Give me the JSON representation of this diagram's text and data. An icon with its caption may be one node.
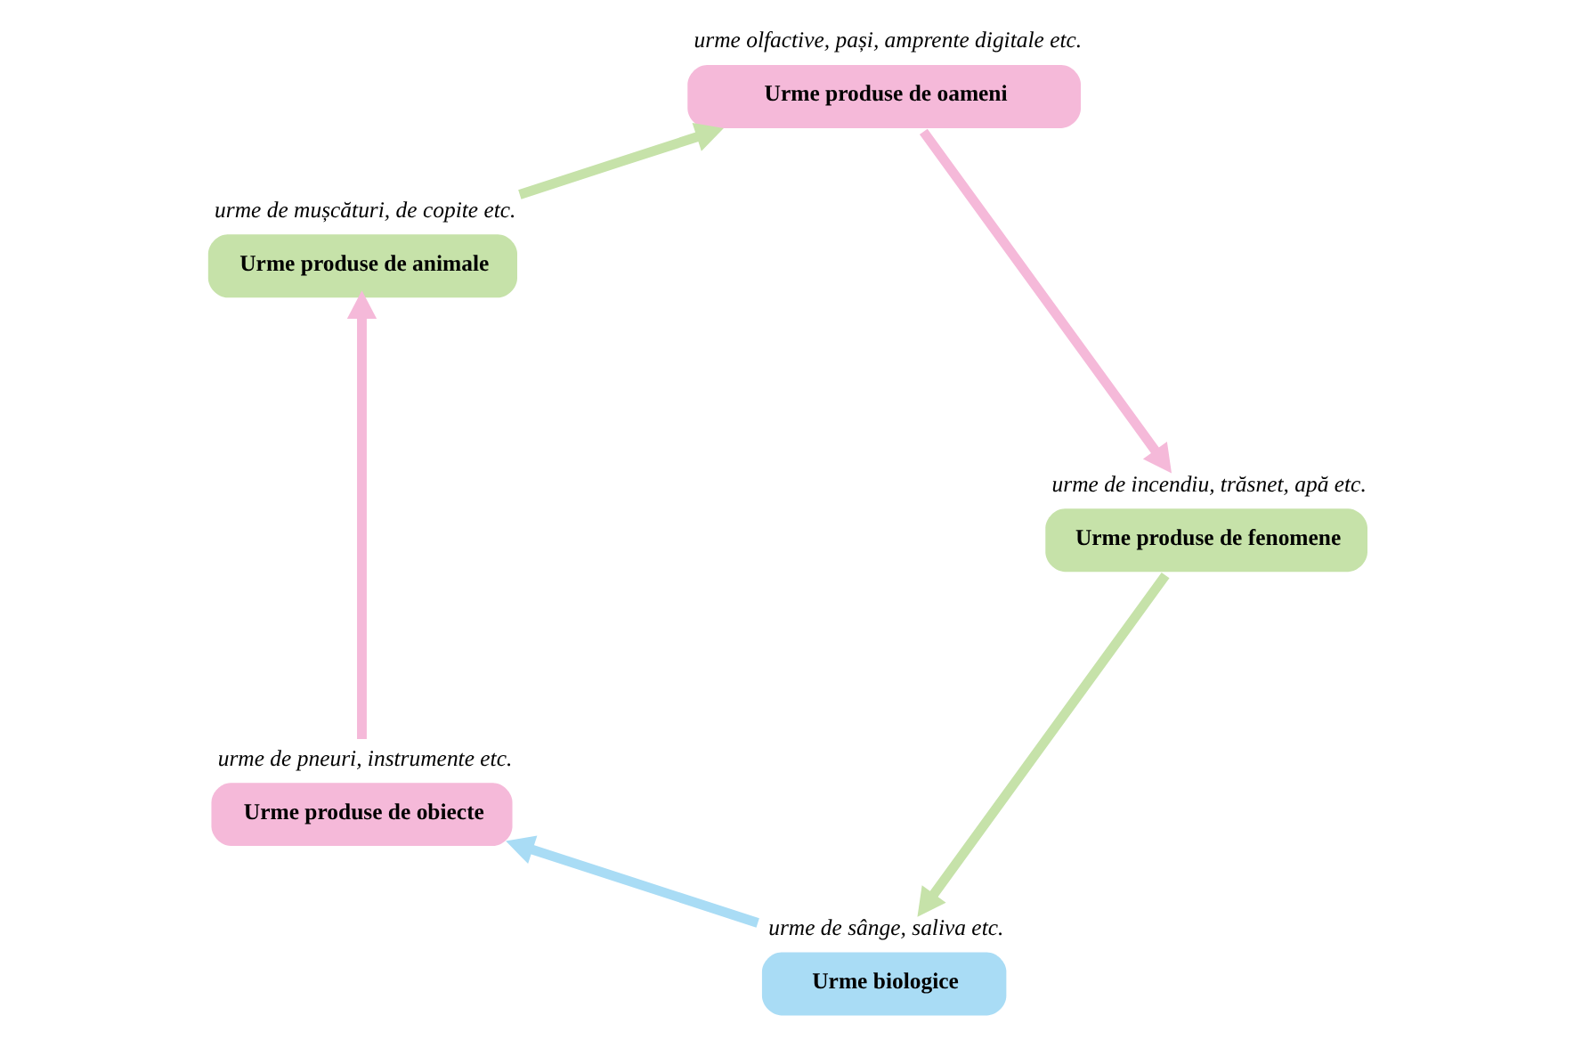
{
  "diagram": {
    "nodes": [
      {
        "text": [
          "Urme biologice"
        ],
        "beside": [
          "urme de sânge, saliva etc."
        ]
      },
      {
        "text": [
          "Urme produse de obiecte"
        ],
        "beside": [
          "urme de pneuri, instrumente etc."
        ]
      },
      {
        "text": [
          "Urme produse de animale"
        ],
        "beside": [
          "urme de mușcături, de copite etc."
        ]
      },
      {
        "text": [
          "Urme produse de oameni"
        ],
        "beside": [
          "urme olfactive, pași, amprente digitale etc."
        ]
      },
      {
        "text": [
          "Urme produse de fenomene"
        ],
        "beside": [
          "urme de incendiu, trăsnet, apă etc."
        ]
      }
    ],
    "edges": [
      {
        "from": 0,
        "to": 1,
        "arrow": "to",
        "color": "#a9dcf5"
      },
      {
        "from": 1,
        "to": 2,
        "arrow": "to",
        "color": "#f5b9d9"
      },
      {
        "from": 2,
        "to": 3,
        "arrow": "to",
        "color": "#c6e2a9"
      },
      {
        "from": 3,
        "to": 4,
        "arrow": "to",
        "color": "#f5b9d9"
      },
      {
        "from": 4,
        "to": 0,
        "arrow": "to",
        "color": "#c6e2a9"
      }
    ]
  }
}
